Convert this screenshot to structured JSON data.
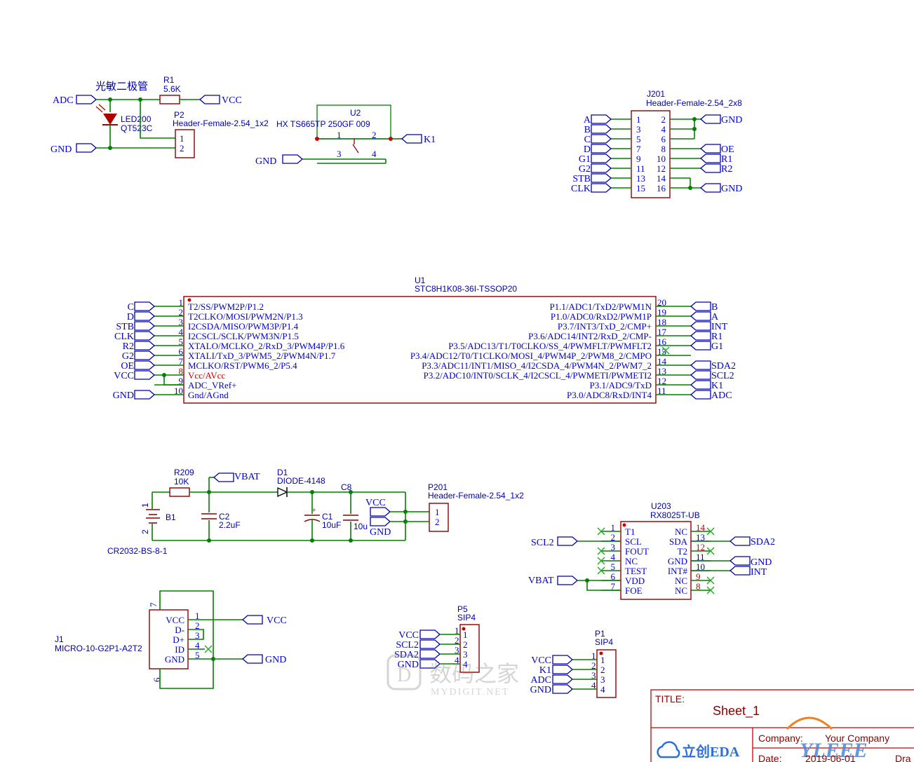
{
  "photodiode": {
    "title": "光敏二极管",
    "ref": "LED200",
    "value": "QT523C",
    "net_adc": "ADC",
    "net_gnd": "GND"
  },
  "r1": {
    "ref": "R1",
    "value": "5.6K",
    "net_vcc": "VCC"
  },
  "p2": {
    "ref": "P2",
    "value": "Header-Female-2.54_1x2",
    "pins": [
      "1",
      "2"
    ]
  },
  "u2": {
    "ref": "U2",
    "value": "HX TS665TP 250GF 009",
    "pins": [
      "1",
      "2",
      "3",
      "4"
    ],
    "net_k1": "K1",
    "net_gnd": "GND"
  },
  "j201": {
    "ref": "J201",
    "value": "Header-Female-2.54_2x8",
    "left_nets": [
      "A",
      "B",
      "C",
      "D",
      "G1",
      "G2",
      "STB",
      "CLK"
    ],
    "left_pins": [
      "1",
      "3",
      "5",
      "7",
      "9",
      "11",
      "13",
      "15"
    ],
    "right_pins": [
      "2",
      "4",
      "6",
      "8",
      "10",
      "12",
      "14",
      "16"
    ],
    "right_nets": [
      "GND",
      "OE",
      "R1",
      "R2",
      "GND"
    ]
  },
  "u1": {
    "ref": "U1",
    "value": "STC8H1K08-36I-TSSOP20",
    "left_nets": [
      "C",
      "D",
      "STB",
      "CLK",
      "R2",
      "G2",
      "OE",
      "VCC",
      "",
      "GND"
    ],
    "left_pins": [
      "1",
      "2",
      "3",
      "4",
      "5",
      "6",
      "7",
      "8",
      "9",
      "10"
    ],
    "left_names": [
      "T2/SS/PWM2P/P1.2",
      "T2CLKO/MOSI/PWM2N/P1.3",
      "I2CSDA/MISO/PWM3P/P1.4",
      "I2CSCL/SCLK/PWM3N/P1.5",
      "XTALO/MCLKO_2/RxD_3/PWM4P/P1.6",
      "XTALI/TxD_3/PWM5_2/PWM4N/P1.7",
      "MCLKO/RST/PWM6_2/P5.4",
      "Vcc/AVcc",
      "ADC_VRef+",
      "Gnd/AGnd"
    ],
    "right_pins": [
      "20",
      "19",
      "18",
      "17",
      "16",
      "15",
      "14",
      "13",
      "12",
      "11"
    ],
    "right_names": [
      "P1.1/ADC1/TxD2/PWM1N",
      "P1.0/ADC0/RxD2/PWM1P",
      "P3.7/INT3/TxD_2/CMP+",
      "P3.6/ADC14/INT2/RxD_2/CMP-",
      "P3.5/ADC13/T1/T0CLKO/SS_4/PWMFLT/PWMFLT2",
      "P3.4/ADC12/T0/T1CLKO/MOSI_4/PWM4P_2/PWM8_2/CMPO",
      "P3.3/ADC11/INT1/MISO_4/I2CSDA_4/PWM4N_2/PWM7_2",
      "P3.2/ADC10/INT0/SCLK_4/I2CSCL_4/PWMETI/PWMETI2",
      "P3.1/ADC9/TxD",
      "P3.0/ADC8/RxD/INT4"
    ],
    "right_nets": [
      "B",
      "A",
      "INT",
      "R1",
      "G1",
      "",
      "SDA2",
      "SCL2",
      "K1",
      "ADC"
    ]
  },
  "power": {
    "r209": {
      "ref": "R209",
      "value": "10K"
    },
    "vbat": "VBAT",
    "d1": {
      "ref": "D1",
      "value": "DIODE-4148"
    },
    "c8": {
      "ref": "C8",
      "value": "10u"
    },
    "c2": {
      "ref": "C2",
      "value": "2.2uF"
    },
    "c1": {
      "ref": "C1",
      "value": "10uF"
    },
    "b1": {
      "ref": "B1",
      "value": "CR2032-BS-8-1",
      "pins": [
        "1",
        "2"
      ]
    },
    "net_vcc": "VCC",
    "net_gnd": "GND",
    "p201": {
      "ref": "P201",
      "value": "Header-Female-2.54_1x2",
      "pins": [
        "1",
        "2"
      ]
    }
  },
  "u203": {
    "ref": "U203",
    "value": "RX8025T-UB",
    "left_pins": [
      "1",
      "2",
      "3",
      "4",
      "5",
      "6",
      "7"
    ],
    "left_names": [
      "T1",
      "SCL",
      "FOUT",
      "NC",
      "TEST",
      "VDD",
      "FOE"
    ],
    "right_pins": [
      "14",
      "13",
      "12",
      "11",
      "10",
      "9",
      "8"
    ],
    "right_names": [
      "NC",
      "SDA",
      "T2",
      "GND",
      "INT#",
      "NC",
      "NC"
    ],
    "net_scl": "SCL2",
    "net_vbat": "VBAT",
    "net_sda": "SDA2",
    "net_gnd": "GND",
    "net_int": "INT"
  },
  "j1": {
    "ref": "J1",
    "value": "MICRO-10-G2P1-A2T2",
    "pins": [
      "1",
      "2",
      "3",
      "4",
      "5"
    ],
    "names": [
      "VCC",
      "D-",
      "D+",
      "ID",
      "GND"
    ],
    "shield": [
      "7",
      "6"
    ],
    "net_vcc": "VCC",
    "net_gnd": "GND"
  },
  "p5": {
    "ref": "P5",
    "value": "SIP4",
    "nets": [
      "VCC",
      "SCL2",
      "SDA2",
      "GND"
    ],
    "pins": [
      "1",
      "2",
      "3",
      "4"
    ]
  },
  "p1": {
    "ref": "P1",
    "value": "SIP4",
    "nets": [
      "VCC",
      "K1",
      "ADC",
      "GND"
    ],
    "pins": [
      "1",
      "2",
      "3",
      "4"
    ]
  },
  "title_block": {
    "title_label": "TITLE:",
    "sheet": "Sheet_1",
    "company_label": "Company:",
    "company": "Your Company",
    "date_label": "Date:",
    "date": "2019-06-01",
    "drawn_label": "Dra",
    "brand": "立创EDA"
  },
  "watermark": {
    "main": "数码之家",
    "sub": "MYDIGIT.NET"
  }
}
